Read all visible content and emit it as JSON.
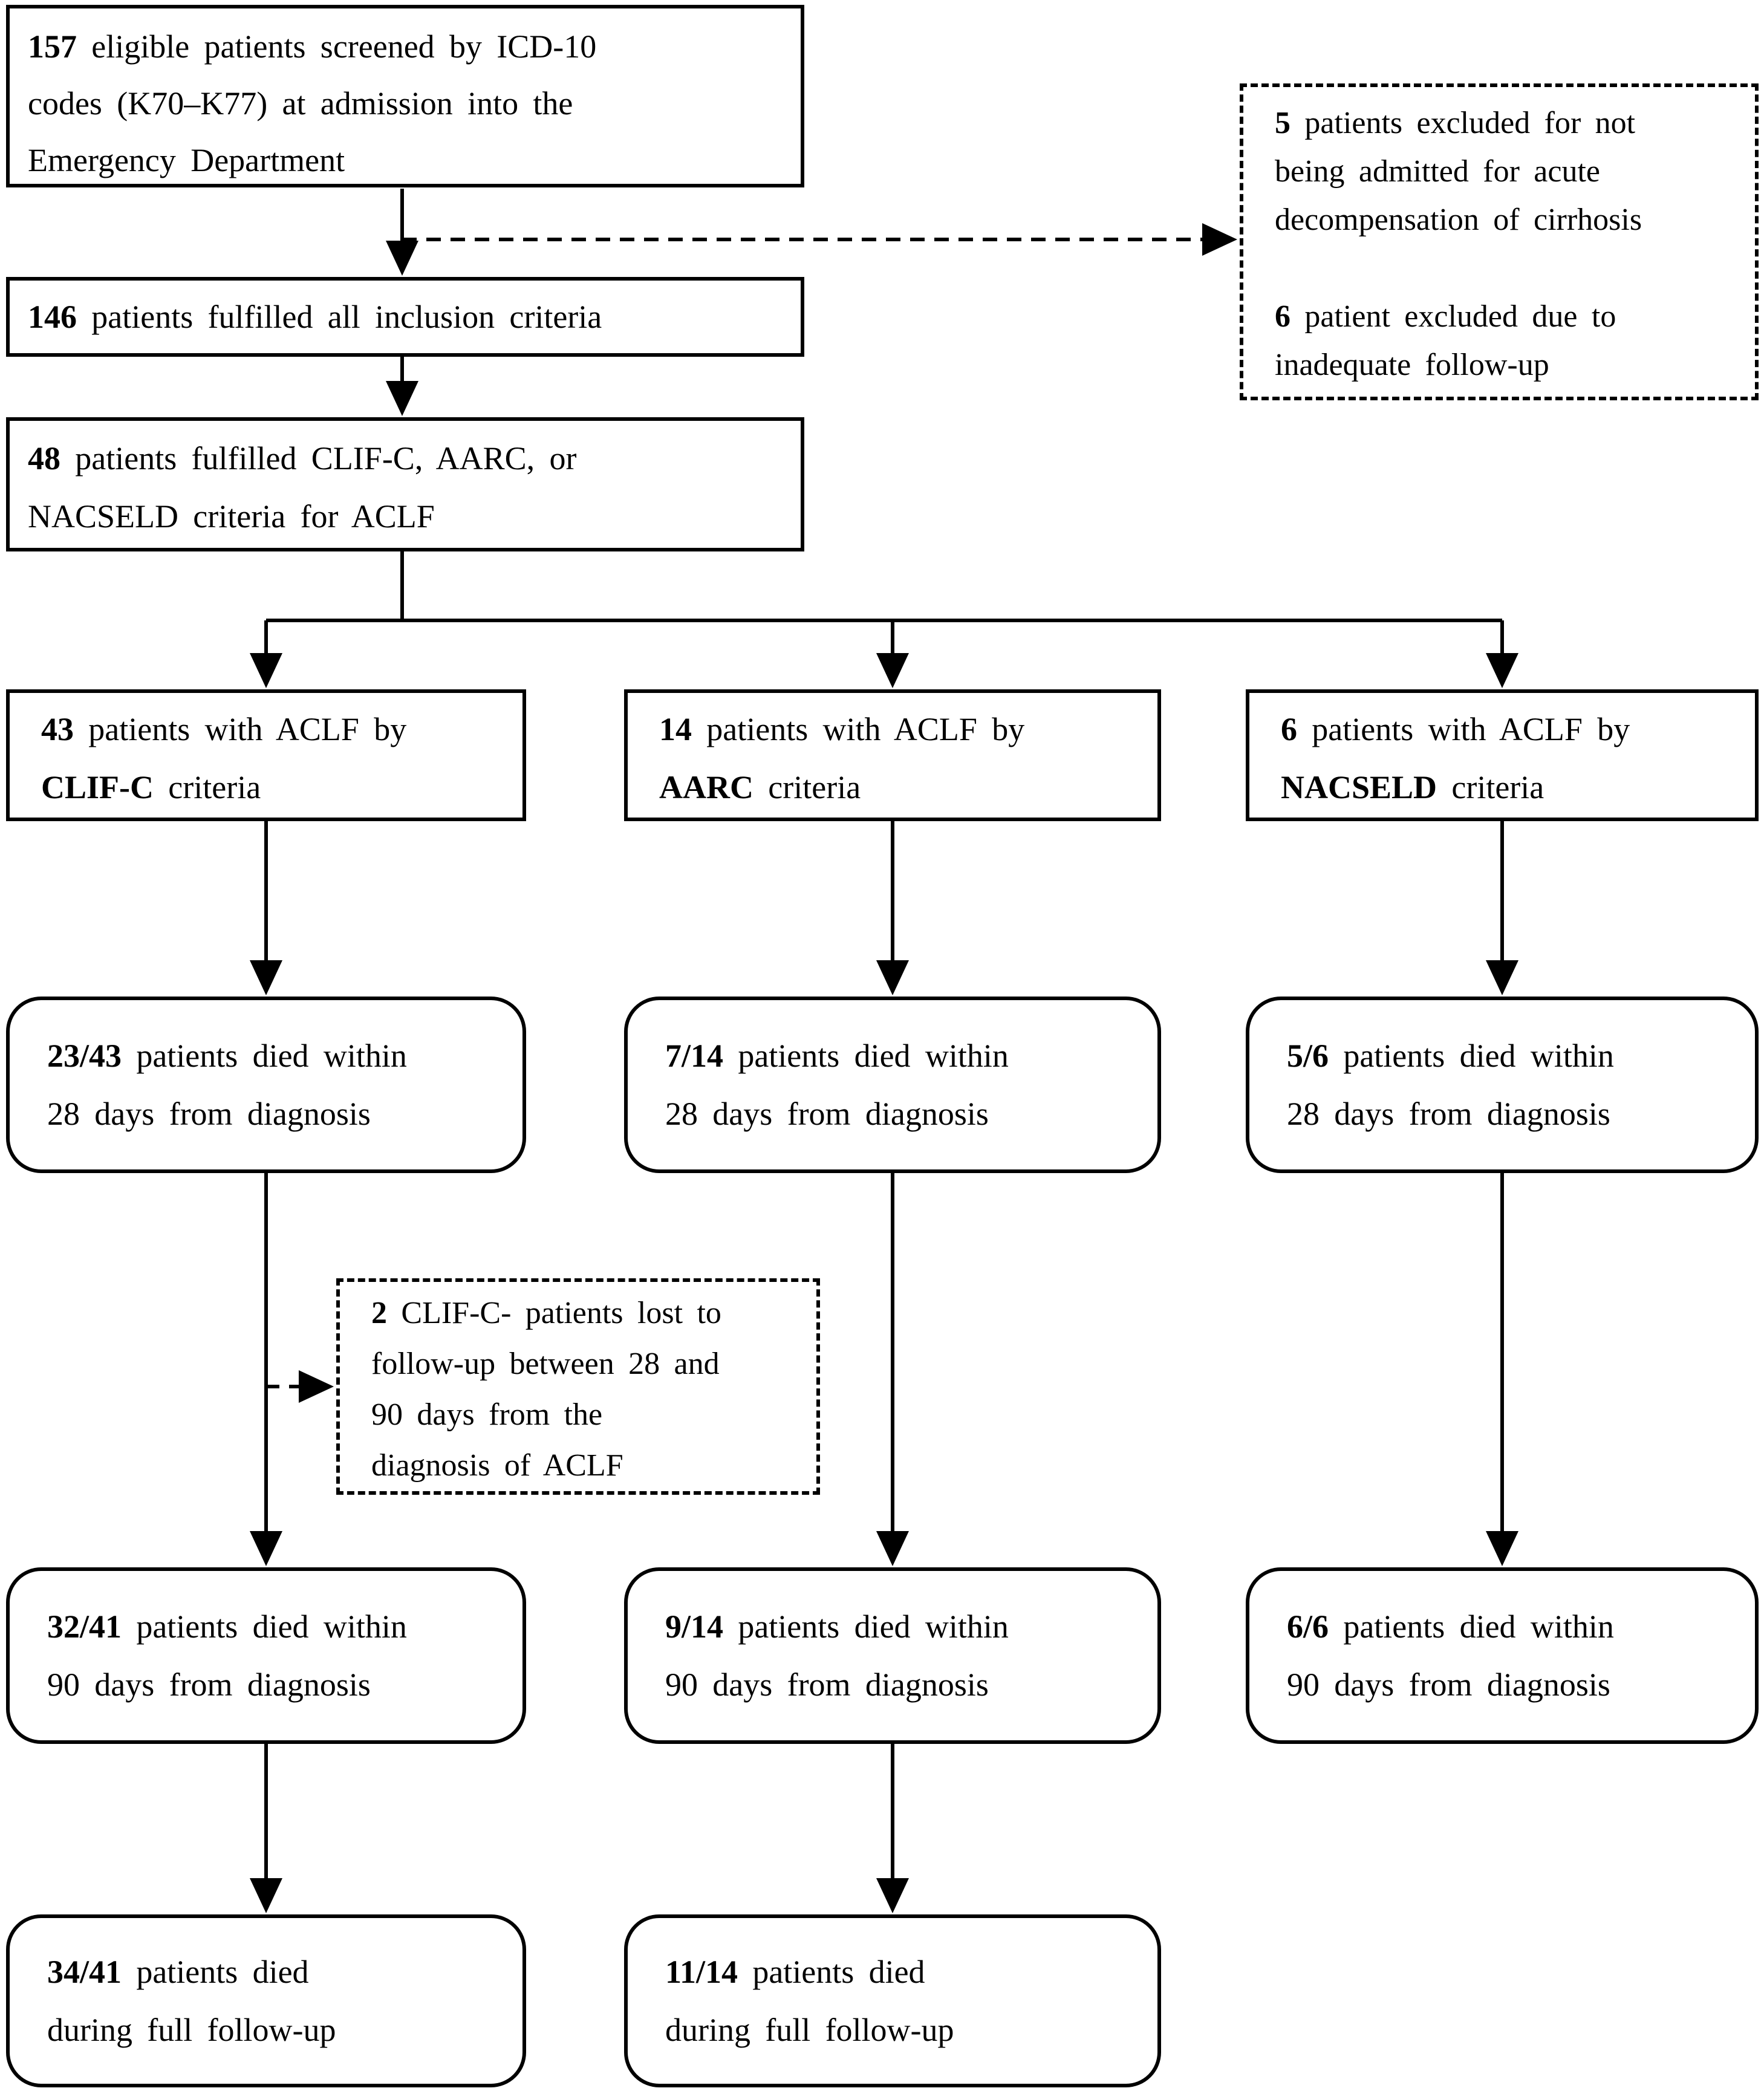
{
  "figure": {
    "kind": "patient-flow-diagram",
    "ink_color": "#000000",
    "paper_color": "#ffffff"
  },
  "boxes": {
    "screened": {
      "lines": [
        [
          {
            "t": "157",
            "b": true
          },
          {
            "t": " eligible patients screened by ICD-10",
            "b": false
          }
        ],
        [
          {
            "t": "codes (K70–K77) at admission into the",
            "b": false
          }
        ],
        [
          {
            "t": "Emergency Department",
            "b": false
          }
        ]
      ]
    },
    "excluded_top": {
      "lines": [
        [
          {
            "t": "5",
            "b": true
          },
          {
            "t": " patients excluded for not",
            "b": false
          }
        ],
        [
          {
            "t": "being admitted for acute",
            "b": false
          }
        ],
        [
          {
            "t": "decompensation of cirrhosis",
            "b": false
          }
        ],
        [
          {
            "t": " ",
            "b": false
          }
        ],
        [
          {
            "t": "6",
            "b": true
          },
          {
            "t": " patient excluded due to",
            "b": false
          }
        ],
        [
          {
            "t": "inadequate follow-up",
            "b": false
          }
        ]
      ]
    },
    "inclusion": {
      "lines": [
        [
          {
            "t": "146",
            "b": true
          },
          {
            "t": " patients fulfilled all inclusion criteria",
            "b": false
          }
        ]
      ]
    },
    "criteria": {
      "lines": [
        [
          {
            "t": "48",
            "b": true
          },
          {
            "t": " patients fulfilled CLIF-C, AARC, or",
            "b": false
          }
        ],
        [
          {
            "t": "NACSELD criteria for ACLF",
            "b": false
          }
        ]
      ]
    },
    "aclf_clifc": {
      "lines": [
        [
          {
            "t": "43",
            "b": true
          },
          {
            "t": " patients with ACLF by",
            "b": false
          }
        ],
        [
          {
            "t": "CLIF-C",
            "b": true
          },
          {
            "t": " criteria",
            "b": false
          }
        ]
      ]
    },
    "aclf_aarc": {
      "lines": [
        [
          {
            "t": "14",
            "b": true
          },
          {
            "t": " patients with ACLF by",
            "b": false
          }
        ],
        [
          {
            "t": "AARC",
            "b": true
          },
          {
            "t": " criteria",
            "b": false
          }
        ]
      ]
    },
    "aclf_nacseld": {
      "lines": [
        [
          {
            "t": "6",
            "b": true
          },
          {
            "t": " patients with ACLF by",
            "b": false
          }
        ],
        [
          {
            "t": "NACSELD",
            "b": true
          },
          {
            "t": " criteria",
            "b": false
          }
        ]
      ]
    },
    "died28_clifc": {
      "lines": [
        [
          {
            "t": "23/43",
            "b": true
          },
          {
            "t": " patients died within",
            "b": false
          }
        ],
        [
          {
            "t": "28 days from diagnosis",
            "b": false
          }
        ]
      ]
    },
    "died28_aarc": {
      "lines": [
        [
          {
            "t": "7/14",
            "b": true
          },
          {
            "t": " patients died within",
            "b": false
          }
        ],
        [
          {
            "t": "28 days from diagnosis",
            "b": false
          }
        ]
      ]
    },
    "died28_nacseld": {
      "lines": [
        [
          {
            "t": "5/6",
            "b": true
          },
          {
            "t": " patients died within",
            "b": false
          }
        ],
        [
          {
            "t": "28 days from diagnosis",
            "b": false
          }
        ]
      ]
    },
    "lost_followup": {
      "lines": [
        [
          {
            "t": "2",
            "b": true
          },
          {
            "t": " CLIF-C- patients lost to",
            "b": false
          }
        ],
        [
          {
            "t": "follow-up between 28 and",
            "b": false
          }
        ],
        [
          {
            "t": "90 days from the",
            "b": false
          }
        ],
        [
          {
            "t": "diagnosis of ACLF",
            "b": false
          }
        ]
      ]
    },
    "died90_clifc": {
      "lines": [
        [
          {
            "t": "32/41",
            "b": true
          },
          {
            "t": " patients died within",
            "b": false
          }
        ],
        [
          {
            "t": "90 days from diagnosis",
            "b": false
          }
        ]
      ]
    },
    "died90_aarc": {
      "lines": [
        [
          {
            "t": "9/14",
            "b": true
          },
          {
            "t": " patients died within",
            "b": false
          }
        ],
        [
          {
            "t": "90 days from diagnosis",
            "b": false
          }
        ]
      ]
    },
    "died90_nacseld": {
      "lines": [
        [
          {
            "t": "6/6",
            "b": true
          },
          {
            "t": " patients died within",
            "b": false
          }
        ],
        [
          {
            "t": "90 days from diagnosis",
            "b": false
          }
        ]
      ]
    },
    "fullfu_clifc": {
      "lines": [
        [
          {
            "t": "34/41",
            "b": true
          },
          {
            "t": " patients died",
            "b": false
          }
        ],
        [
          {
            "t": "during full follow-up",
            "b": false
          }
        ]
      ]
    },
    "fullfu_aarc": {
      "lines": [
        [
          {
            "t": "11/14",
            "b": true
          },
          {
            "t": " patients died",
            "b": false
          }
        ],
        [
          {
            "t": "during full follow-up",
            "b": false
          }
        ]
      ]
    }
  }
}
